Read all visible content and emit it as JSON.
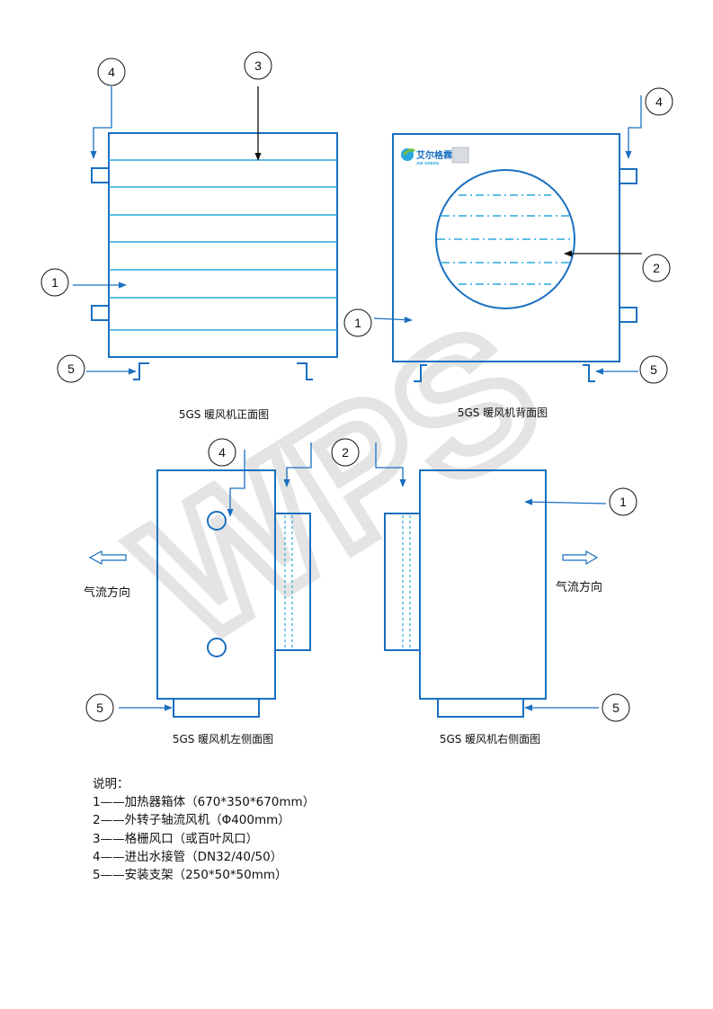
{
  "callouts": {
    "front_4": "4",
    "front_3": "3",
    "front_1": "1",
    "front_5": "5",
    "back_4": "4",
    "back_2": "2",
    "back_1": "1",
    "back_5": "5",
    "left_4": "4",
    "left_5": "5",
    "right_2": "2",
    "right_1": "1",
    "right_5": "5"
  },
  "captions": {
    "front": "5GS 暖风机正面图",
    "back": "5GS 暖风机背面图",
    "left": "5GS 暖风机左侧面图",
    "right": "5GS 暖风机右侧面图"
  },
  "airflow": {
    "left": "气流方向",
    "right": "气流方向"
  },
  "logo": {
    "brand": "艾尔格霖",
    "sub": "AIR GREEN"
  },
  "watermark": "WPS",
  "legend": {
    "title": "说明：",
    "items": [
      "1——加热器箱体（670*350*670mm）",
      "2——外转子轴流风机（Φ400mm）",
      "3——格栅风口（或百叶风口）",
      "4——进出水接管（DN32/40/50）",
      "5——安装支架（250*50*50mm）"
    ]
  },
  "colors": {
    "line": "#1a6fc0",
    "louver": "#2aa7dc",
    "watermark": "#e6e6e6"
  }
}
